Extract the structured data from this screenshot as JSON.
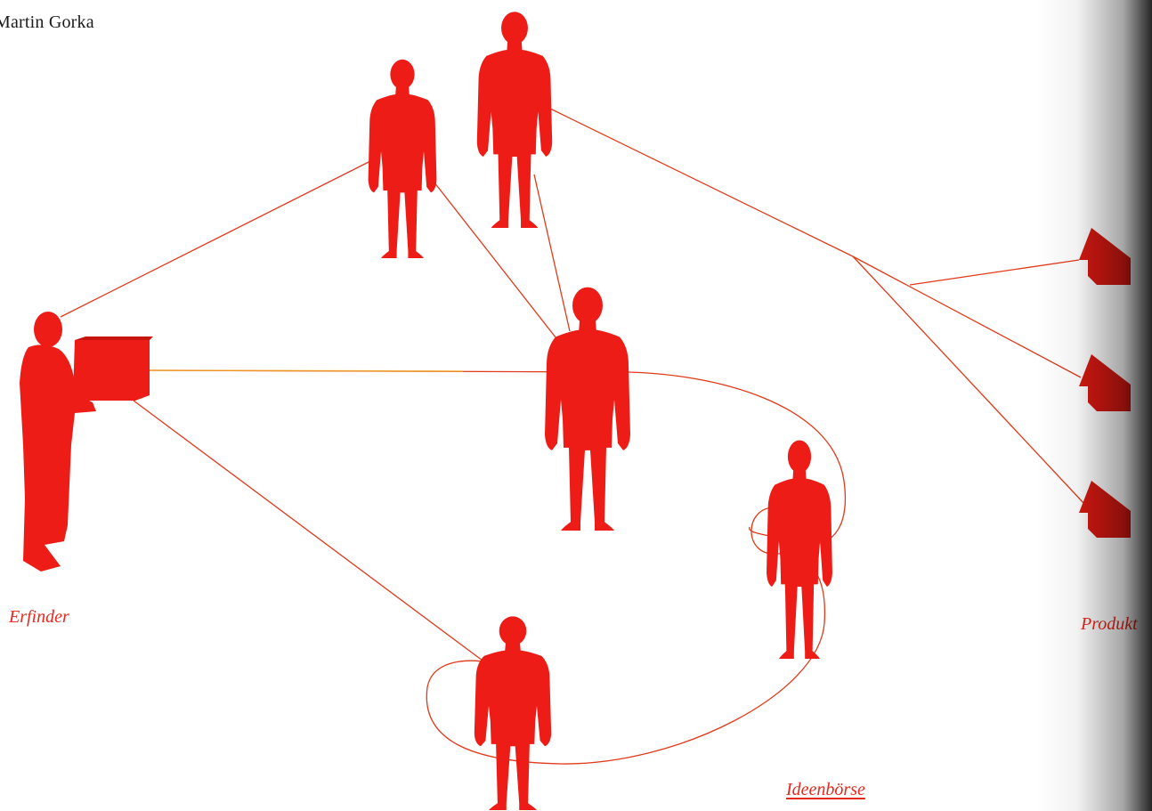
{
  "author": "Martin Gorka",
  "labels": {
    "erfinder": "Erfinder",
    "produkt": "Produkt",
    "ideenboerse": "Ideenbörse"
  },
  "colors": {
    "figure": "#ee1c16",
    "line": "#e03a1a",
    "text": "#e8281e"
  }
}
